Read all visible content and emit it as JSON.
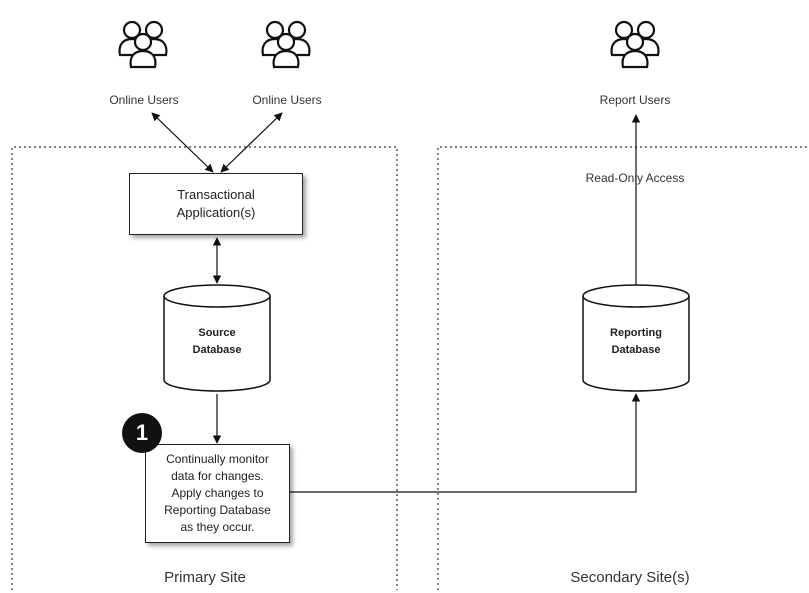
{
  "nodes": {
    "online_users_1": "Online Users",
    "online_users_2": "Online Users",
    "report_users": "Report Users",
    "transactional_app": "Transactional\nApplication(s)",
    "source_db": "Source\nDatabase",
    "reporting_db": "Reporting\nDatabase",
    "monitor": "Continually monitor\ndata for changes.\nApply changes to\nReporting Database\nas they occur."
  },
  "edges": {
    "read_only": "Read-Only Access"
  },
  "regions": {
    "primary": "Primary Site",
    "secondary": "Secondary Site(s)"
  },
  "badge": "1",
  "icons": [
    "users-group-icon"
  ]
}
